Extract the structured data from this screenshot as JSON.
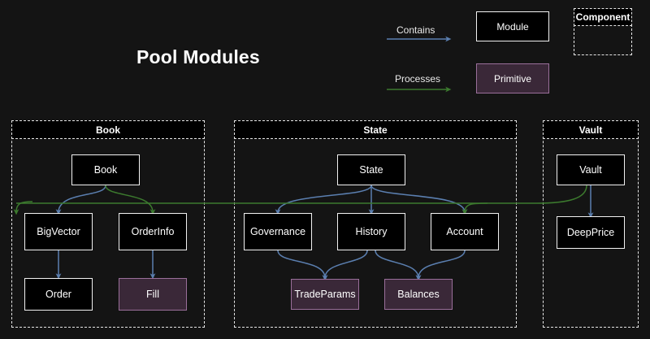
{
  "title": "Pool Modules",
  "colors": {
    "background": "#141414",
    "module_fill": "#000000",
    "module_border": "#f2f2f2",
    "primitive_fill": "#3a2838",
    "primitive_border": "#9a6f9a",
    "contains_arrow": "#5b7fb0",
    "processes_arrow": "#3c7a2e",
    "group_border": "#e6e6e6",
    "text": "#ffffff"
  },
  "legend": {
    "contains_label": "Contains",
    "processes_label": "Processes",
    "module_label": "Module",
    "primitive_label": "Primitive",
    "component_label": "Component"
  },
  "groups": [
    {
      "name": "Book",
      "label": "Book"
    },
    {
      "name": "State",
      "label": "State"
    },
    {
      "name": "Vault",
      "label": "Vault"
    }
  ],
  "nodes": [
    {
      "id": "book",
      "label": "Book",
      "type": "module",
      "group": "Book"
    },
    {
      "id": "bigvector",
      "label": "BigVector",
      "type": "module",
      "group": "Book"
    },
    {
      "id": "orderinfo",
      "label": "OrderInfo",
      "type": "module",
      "group": "Book"
    },
    {
      "id": "order",
      "label": "Order",
      "type": "module",
      "group": "Book"
    },
    {
      "id": "fill",
      "label": "Fill",
      "type": "primitive",
      "group": "Book"
    },
    {
      "id": "state",
      "label": "State",
      "type": "module",
      "group": "State"
    },
    {
      "id": "governance",
      "label": "Governance",
      "type": "module",
      "group": "State"
    },
    {
      "id": "history",
      "label": "History",
      "type": "module",
      "group": "State"
    },
    {
      "id": "account",
      "label": "Account",
      "type": "module",
      "group": "State"
    },
    {
      "id": "tradeparams",
      "label": "TradeParams",
      "type": "primitive",
      "group": "State"
    },
    {
      "id": "balances",
      "label": "Balances",
      "type": "primitive",
      "group": "State"
    },
    {
      "id": "vault",
      "label": "Vault",
      "type": "module",
      "group": "Vault"
    },
    {
      "id": "deepprice",
      "label": "DeepPrice",
      "type": "module",
      "group": "Vault"
    }
  ],
  "edges": [
    {
      "from": "book",
      "to": "bigvector",
      "kind": "contains"
    },
    {
      "from": "bigvector",
      "to": "order",
      "kind": "contains"
    },
    {
      "from": "orderinfo",
      "to": "fill",
      "kind": "contains"
    },
    {
      "from": "state",
      "to": "governance",
      "kind": "contains"
    },
    {
      "from": "state",
      "to": "history",
      "kind": "contains"
    },
    {
      "from": "state",
      "to": "account",
      "kind": "contains"
    },
    {
      "from": "governance",
      "to": "tradeparams",
      "kind": "contains"
    },
    {
      "from": "history",
      "to": "tradeparams",
      "kind": "contains"
    },
    {
      "from": "history",
      "to": "balances",
      "kind": "contains"
    },
    {
      "from": "account",
      "to": "balances",
      "kind": "contains"
    },
    {
      "from": "vault",
      "to": "deepprice",
      "kind": "contains"
    },
    {
      "from": "book",
      "to": "orderinfo",
      "kind": "processes"
    },
    {
      "from": "vault",
      "to": "account",
      "kind": "processes"
    },
    {
      "from": "vault",
      "to": "orderinfo",
      "kind": "processes"
    }
  ]
}
